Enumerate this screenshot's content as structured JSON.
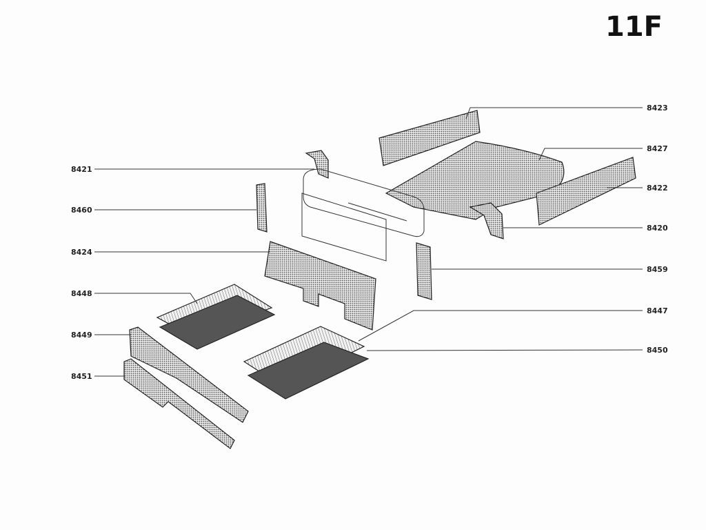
{
  "page_id": "11F",
  "labels_left": [
    "8421",
    "8460",
    "8424",
    "8448",
    "8449",
    "8451"
  ],
  "labels_right": [
    "8423",
    "8427",
    "8422",
    "8420",
    "8459",
    "8447",
    "8450"
  ],
  "colors": {
    "ink": "#222222",
    "paper": "#fdfdfd",
    "mottle": "#555555"
  }
}
